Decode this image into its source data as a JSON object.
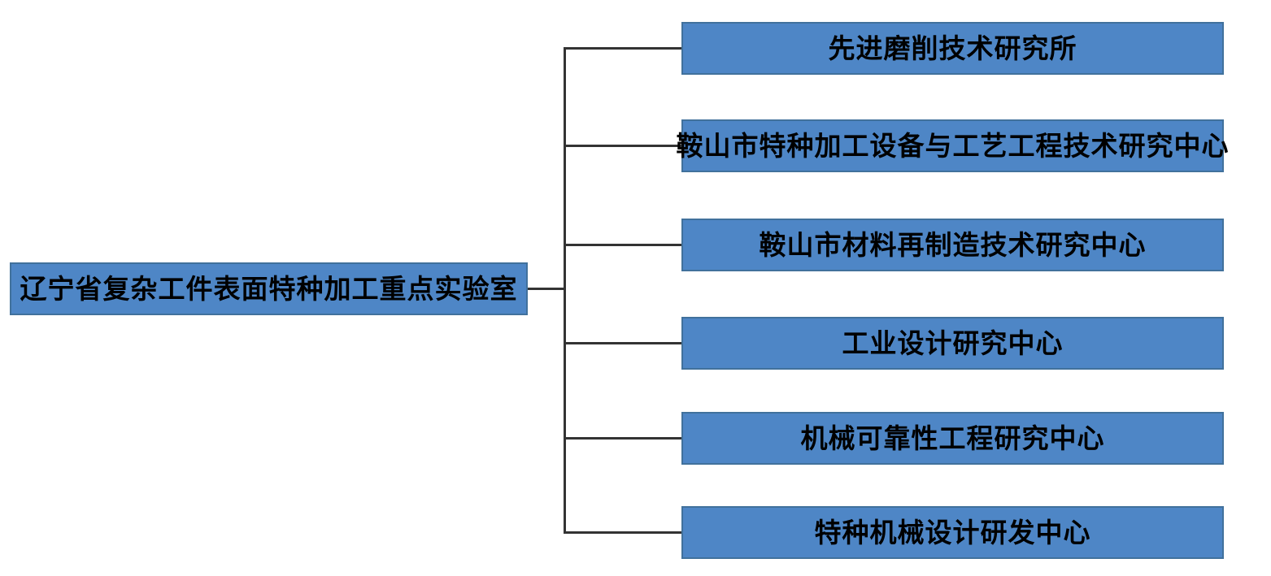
{
  "diagram": {
    "type": "org-chart",
    "colors": {
      "box_fill": "#4e86c6",
      "box_border": "#41719c",
      "connector_line": "#333333",
      "text": "#000000",
      "background": "#ffffff"
    },
    "root": {
      "label": "辽宁省复杂工件表面特种加工重点实验室"
    },
    "children": [
      {
        "label": "先进磨削技术研究所"
      },
      {
        "label": "鞍山市特种加工设备与工艺工程技术研究中心"
      },
      {
        "label": "鞍山市材料再制造技术研究中心"
      },
      {
        "label": "工业设计研究中心"
      },
      {
        "label": "机械可靠性工程研究中心"
      },
      {
        "label": "特种机械设计研发中心"
      }
    ]
  }
}
